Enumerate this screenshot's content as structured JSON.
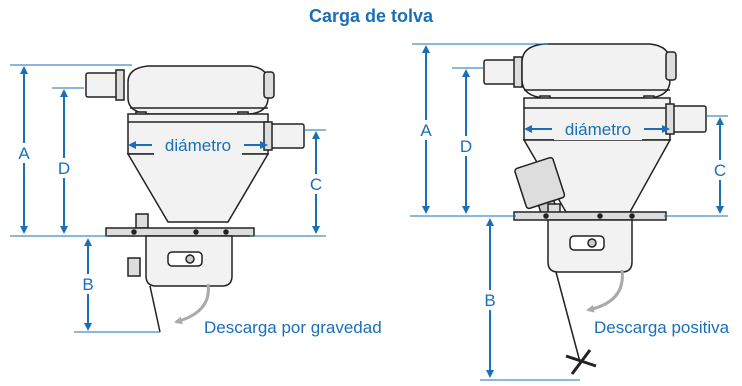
{
  "title": "Carga de tolva",
  "labels": {
    "a": "A",
    "b": "B",
    "c": "C",
    "d": "D",
    "diameter": "diámetro"
  },
  "left_unit": {
    "caption": "Descarga por gravedad"
  },
  "right_unit": {
    "caption": "Descarga positiva"
  },
  "colors": {
    "accent": "#1a6fb8",
    "line": "#222222",
    "body_fill": "#f2f2f2",
    "arrow_gray": "#aaaaaa"
  }
}
